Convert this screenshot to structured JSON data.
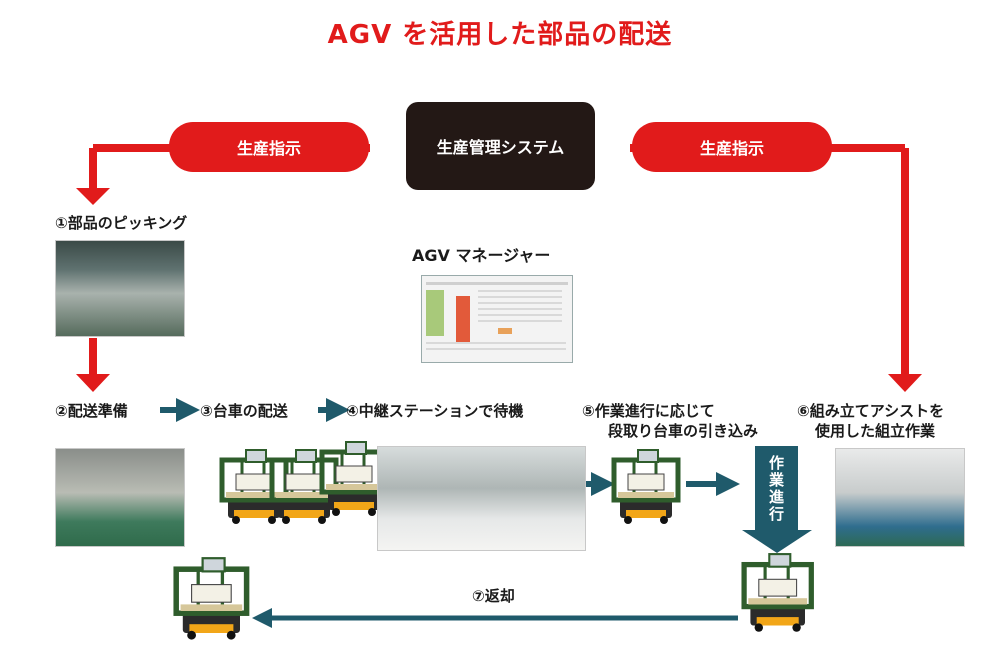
{
  "title": "AGV を活用した部品の配送",
  "system": "生産管理システム",
  "instruction_left": "生産指示",
  "instruction_right": "生産指示",
  "manager_label": "AGV マネージャー",
  "steps": {
    "s1": "①部品のピッキング",
    "s2": "②配送準備",
    "s3": "③台車の配送",
    "s4": "④中継ステーションで待機",
    "s5_line1": "⑤作業進行に応じて",
    "s5_line2": "段取り台車の引き込み",
    "s6_line1": "⑥組み立てアシストを",
    "s6_line2": "使用した組立作業",
    "s7": "⑦返却"
  },
  "progress_box": "作業進行",
  "colors": {
    "red": "#e11b1b",
    "teal": "#1f5a6b",
    "dark": "#231815",
    "agv_green": "#2f5d2c"
  }
}
